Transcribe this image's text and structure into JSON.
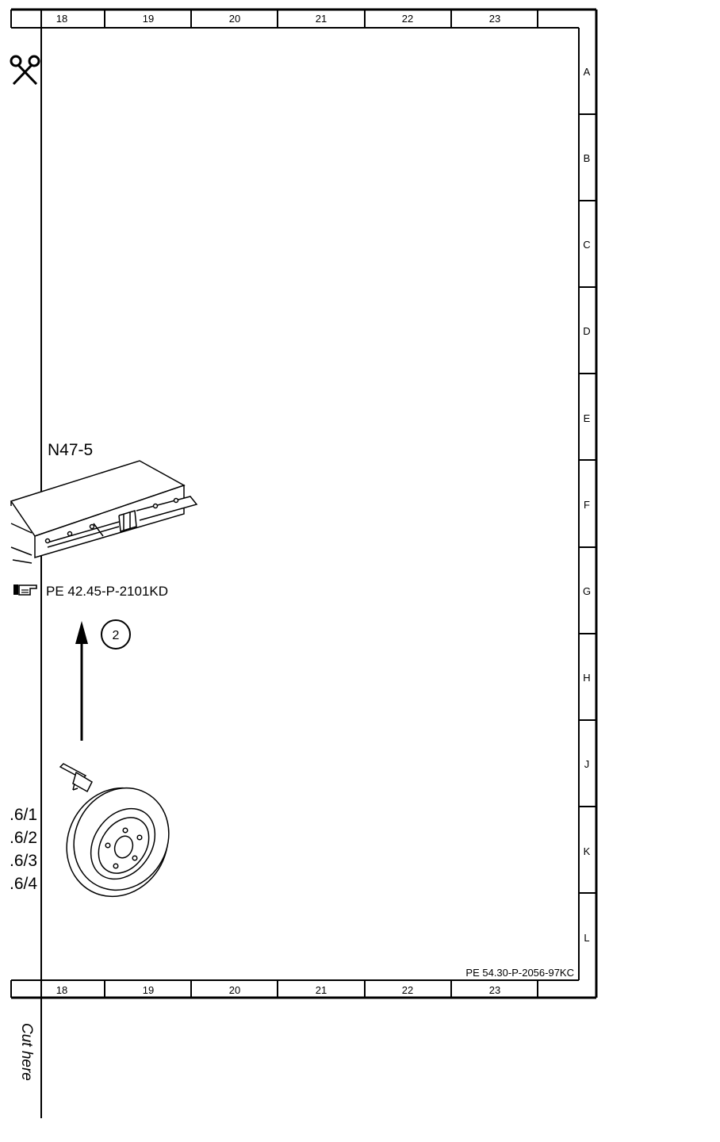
{
  "frame": {
    "columns": [
      "18",
      "19",
      "20",
      "21",
      "22",
      "23"
    ],
    "rows": [
      "A",
      "B",
      "C",
      "D",
      "E",
      "F",
      "G",
      "H",
      "J",
      "K",
      "L"
    ]
  },
  "labels": {
    "component": "N47-5",
    "reference_main": "PE 42.45-P-2101KD",
    "callout_number": "2",
    "sensor_refs": [
      ".6/1",
      ".6/2",
      ".6/3",
      ".6/4"
    ],
    "drawing_number": "PE 54.30-P-2056-97KC",
    "cut_here": "Cut here"
  },
  "icons": {
    "scissors": "scissors-icon",
    "pointing_hand": "pointing-hand-icon"
  }
}
